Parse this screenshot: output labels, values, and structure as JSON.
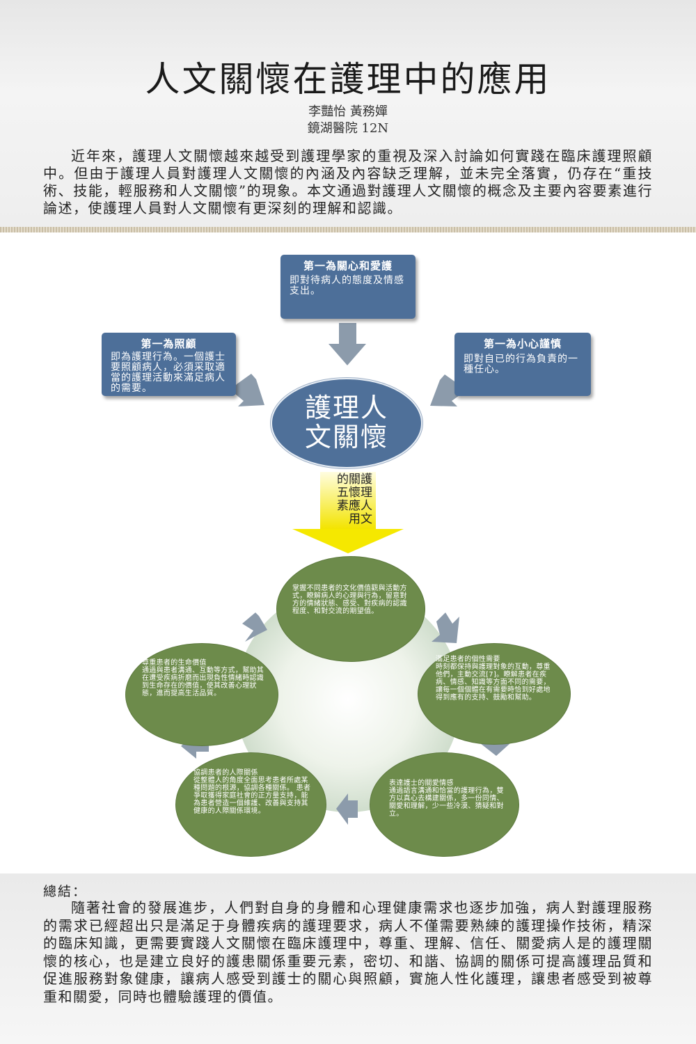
{
  "title": "人文關懷在護理中的應用",
  "authors": "李豔怡 黃務嬋",
  "affiliation": "鏡湖醫院 12N",
  "abstract": "近年來，護理人文關懷越來越受到護理學家的重視及深入討論如何實踐在臨床護理照顧中。但由于護理人員對護理人文關懷的內涵及內容缺乏理解，並未完全落實，仍存在“重技術、技能，輕服務和人文關懷”的現象。本文通過對護理人文關懷的概念及主要內容要素進行論述，使護理人員對人文關懷有更深刻的理解和認識。",
  "diagram": {
    "top_box": {
      "title": "第一為關心和愛護",
      "body": "即對待病人的態度及情感支出。"
    },
    "left_box": {
      "title": "第一為照顧",
      "body": "即為護理行為。一個護士要照顧病人，必須采取適當的護理活動來滿足病人的需要。"
    },
    "right_box": {
      "title": "第一為小心謹慎",
      "body": "即對自已的行為負責的一種任心。"
    },
    "center_line1": "護理人",
    "center_line2": "文關懷",
    "arrow_label": "的關護\n五懷理\n素應人\n用文",
    "cycle": [
      "掌握不同患者的文化價值觀與活動方式，瞭解病人的心理與行為，留意對方的情緒狀態、感受、對疾病的認識程度、和對交流的期望值。",
      "滿足患者的個性需要\n時刻都保持與護理對象的互動，尊重他們，主動交流[7]。瞭解患者在疾病、情感、知識等方面不同的需要，讓每一個個體在有需要時恰到好處地得到應有的支持、鼓勵和幫助。",
      "表達護士的關愛情感\n通過語言溝通和恰當的護理行為，雙方以真心去構建關係，多一份同情、關愛和理解，少一些冷漠、猜疑和對立。",
      "協調患者的人際關係\n從整體人的角度全面思考患者所處某種問題的根源，協調各種關係。 患者爭取獲得家庭社會的正方量支持，能為患者營造一個維護、改善與支持其健康的人際關係環境。",
      "尊重患者的生命價值\n通過與患者溝通、互動等方式，幫助其在遭受疾病折磨而出現負性情緒時認識到生命存在的價值，使其改善心理狀態，進而提高生活品質。"
    ]
  },
  "summary_heading": "總結：",
  "summary": "隨著社會的發展進步，人們對自身的身體和心理健康需求也逐步加強，病人對護理服務的需求已經超出只是滿足于身體疾病的護理要求，病人不僅需要熟練的護理操作技術，精深的臨床知識，更需要實踐人文關懷在臨床護理中，尊重、理解、信任、關愛病人是的護理關懷的核心，也是建立良好的護患關係重要元素，密切、和諧、協調的關係可提高護理品質和促進服務對象健康，讓病人感受到護士的關心與照顧，實施人性化護理，讓患者感受到被尊重和關愛，同時也體驗護理的價值。",
  "colors": {
    "box": "#4d6f99",
    "petal": "#6d8b4b",
    "arrow_gray": "#8c9bab",
    "arrow_yellow": "#f7ee2a"
  }
}
